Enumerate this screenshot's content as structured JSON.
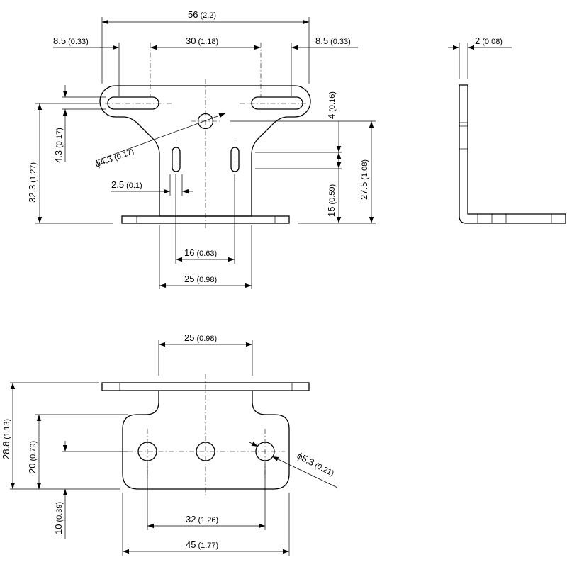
{
  "colors": {
    "line": "#000000",
    "background": "#ffffff"
  },
  "front_view": {
    "overall_width": {
      "value": "56",
      "imperial": "(2.2)"
    },
    "left_slot_offset": {
      "value": "8.5",
      "imperial": "(0.33)"
    },
    "slot_spacing": {
      "value": "30",
      "imperial": "(1.18)"
    },
    "right_slot_offset": {
      "value": "8.5",
      "imperial": "(0.33)"
    },
    "top_hole_dia": {
      "value": "ϕ4.3",
      "imperial": "(0.17)"
    },
    "slot_width": {
      "value": "4.3",
      "imperial": "(0.17)"
    },
    "overall_height": {
      "value": "32.3",
      "imperial": "(1.27)"
    },
    "hole_offset": {
      "value": "4",
      "imperial": "(0.16)"
    },
    "slot_length": {
      "value": "15",
      "imperial": "(0.59)"
    },
    "center_height": {
      "value": "27.5",
      "imperial": "(1.08)"
    },
    "small_slot_width": {
      "value": "2.5",
      "imperial": "(0.1)"
    },
    "inner_spacing": {
      "value": "16",
      "imperial": "(0.63)"
    },
    "neck_width": {
      "value": "25",
      "imperial": "(0.98)"
    }
  },
  "side_view": {
    "thickness": {
      "value": "2",
      "imperial": "(0.08)"
    }
  },
  "bottom_view": {
    "neck_width": {
      "value": "25",
      "imperial": "(0.98)"
    },
    "overall_height": {
      "value": "28.8",
      "imperial": "(1.13)"
    },
    "plate_height": {
      "value": "20",
      "imperial": "(0.79)"
    },
    "hole_height": {
      "value": "10",
      "imperial": "(0.39)"
    },
    "hole_dia": {
      "value": "ϕ5.3",
      "imperial": "(0.21)"
    },
    "hole_spacing": {
      "value": "32",
      "imperial": "(1.26)"
    },
    "plate_width": {
      "value": "45",
      "imperial": "(1.77)"
    }
  }
}
